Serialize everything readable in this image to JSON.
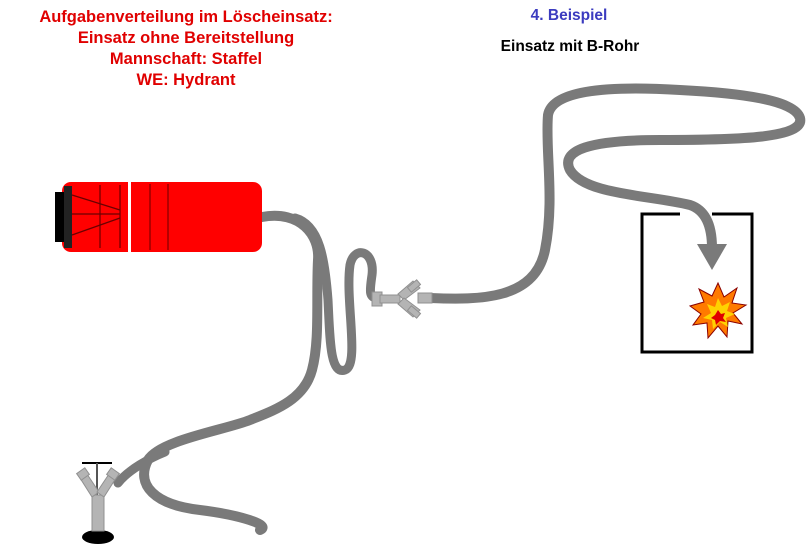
{
  "title": {
    "line1": "Aufgabenverteilung im Löscheinsatz:",
    "line2": "Einsatz ohne Bereitstellung",
    "line3": "Mannschaft: Staffel",
    "line4": "WE: Hydrant"
  },
  "example": {
    "label": "4. Beispiel",
    "subtitle": "Einsatz mit B-Rohr"
  },
  "colors": {
    "title": "#e00000",
    "example_label": "#3b3bbf",
    "vehicle": "#ff0000",
    "hose": "#808080",
    "fitting": "#b4b4b4"
  },
  "icons": {
    "vehicle": "fire-truck-icon",
    "hydrant": "hydrant-icon",
    "distributor": "distributor-icon",
    "fire": "fire-icon",
    "building": "building-icon"
  }
}
